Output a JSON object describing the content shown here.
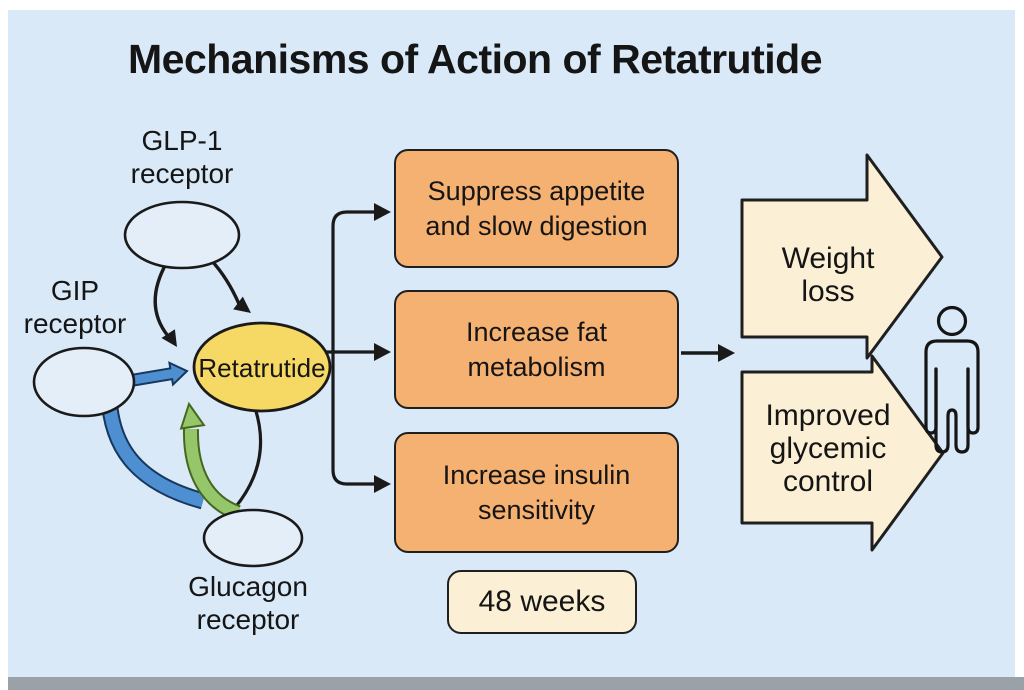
{
  "title": "Mechanisms of Action of Retatrutide",
  "colors": {
    "background": "#D9E9F8",
    "bottom_bar": "#9aa1a7",
    "receptor_fill": "#E3EEF9",
    "ligand_yellow": "#F6D964",
    "mechanism_orange": "#F5B171",
    "outcome_cream": "#FBF0D5",
    "arrow_blue": "#4D8FD1",
    "arrow_blue_outline": "#17375c",
    "arrow_green": "#95C76A",
    "arrow_green_outline": "#47661f",
    "line_black": "#1a1a1a"
  },
  "receptors": {
    "glp1": {
      "label": "GLP-1\nreceptor"
    },
    "gip": {
      "label": "GIP\nreceptor"
    },
    "glucagon": {
      "label": "Glucagon\nreceptor"
    }
  },
  "ligand": {
    "label": "Retatrutide"
  },
  "mechanisms": [
    {
      "label": "Suppress appetite\nand slow digestion"
    },
    {
      "label": "Increase fat\nmetabolism"
    },
    {
      "label": "Increase insulin\nsensitivity"
    }
  ],
  "duration": {
    "label": "48 weeks"
  },
  "outcomes": [
    {
      "label": "Weight\nloss"
    },
    {
      "label": "Improved\nglycemic\ncontrol"
    }
  ]
}
